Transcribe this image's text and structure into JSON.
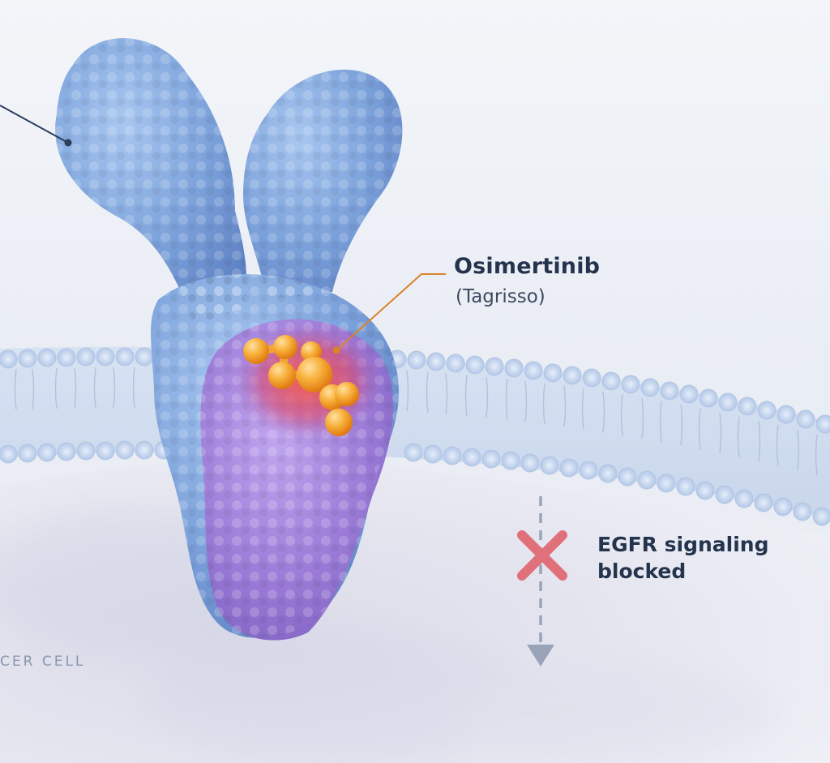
{
  "labels": {
    "drug_name": "Osimertinib",
    "drug_brand": "(Tagrisso)",
    "signal_line1": "EGFR signaling",
    "signal_line2": "blocked",
    "cell": "CER CELL"
  },
  "colors": {
    "background": "#eef1f6",
    "receptor_blue": "#7fa6dc",
    "receptor_purple": "#9b7fd8",
    "drug_orange": "#f5a030",
    "membrane": "#c9d8ee",
    "block_x": "#e0707a",
    "label_text": "#24344d"
  },
  "icons": [
    "x-mark-icon",
    "down-arrow-icon"
  ]
}
